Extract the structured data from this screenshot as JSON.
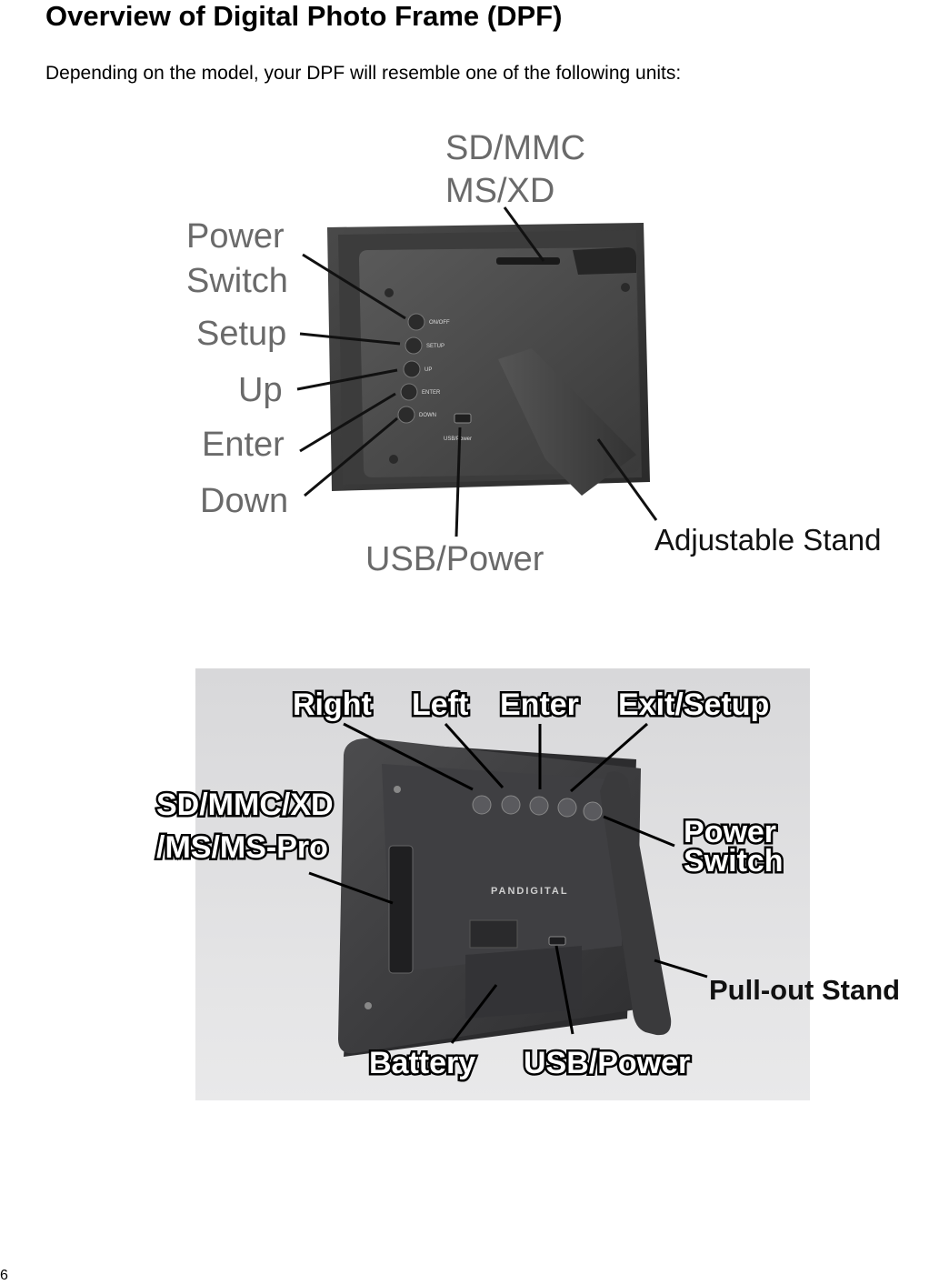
{
  "heading": "Overview of Digital Photo Frame (DPF)",
  "intro": "Depending on the model, your DPF will resemble one of the following units:",
  "figure1": {
    "labels": {
      "card_slot_line1": "SD/MMC",
      "card_slot_line2": "MS/XD",
      "power_line1": "Power",
      "power_line2": "Switch",
      "setup": "Setup",
      "up": "Up",
      "enter": "Enter",
      "down": "Down",
      "usb_power": "USB/Power",
      "stand": "Adjustable Stand"
    },
    "device_button_texts": [
      "ON/OFF",
      "SETUP",
      "UP",
      "ENTER",
      "DOWN",
      "USB/Power"
    ]
  },
  "figure2": {
    "labels": {
      "right": "Right",
      "left": "Left",
      "enter": "Enter",
      "exit_setup": "Exit/Setup",
      "card_line1": "SD/MMC/XD",
      "card_line2": "/MS/MS-Pro",
      "power_line1": "Power",
      "power_line2": "Switch",
      "stand": "Pull-out Stand",
      "battery": "Battery",
      "usb_power": "USB/Power"
    },
    "brand": "PANDIGITAL"
  },
  "page_number": "6"
}
